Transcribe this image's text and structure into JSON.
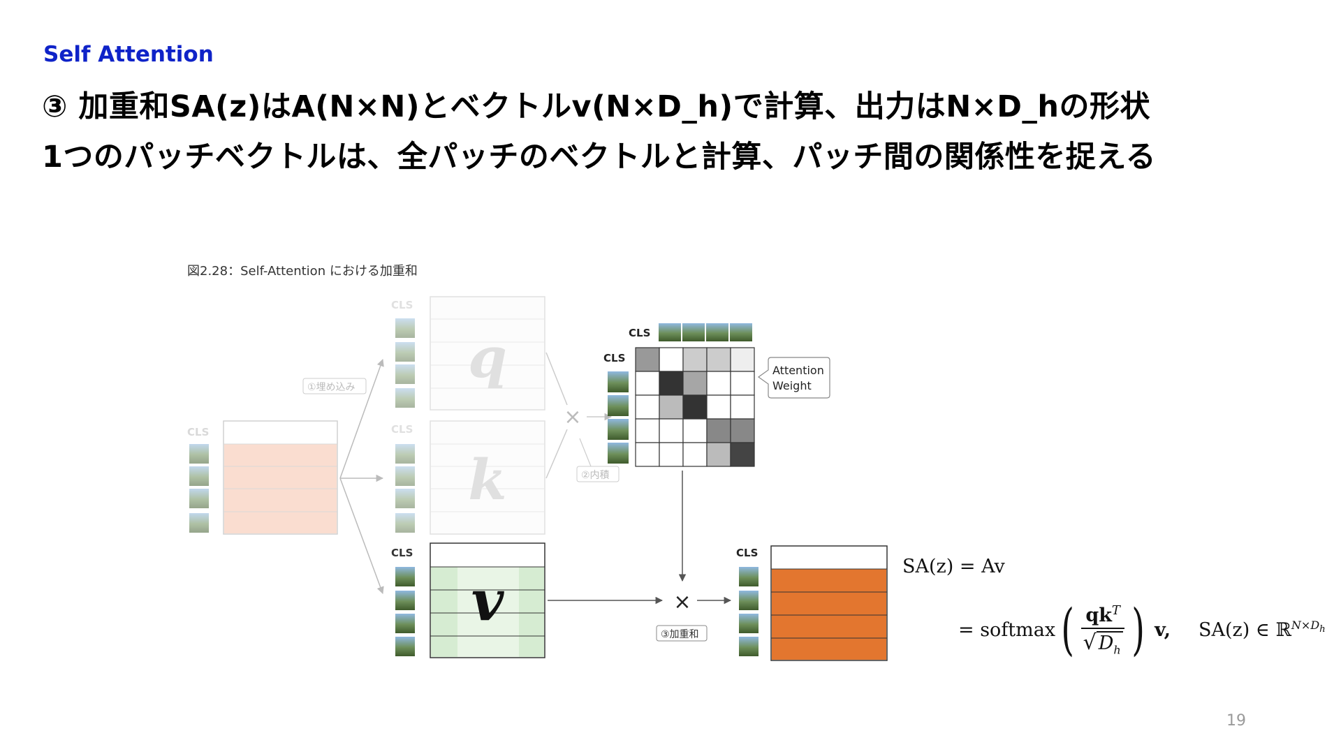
{
  "header": {
    "section": "Self Attention",
    "line1": "③ 加重和SA(z)はA(N×N)とベクトルv(N×D_h)で計算、出力はN×D_hの形状",
    "line2": "1つのパッチベクトルは、全パッチのベクトルと計算、パッチ間の関係性を捉える"
  },
  "figure": {
    "caption": "図2.28：Self-Attention における加重和",
    "cls_label": "CLS",
    "step1": "①埋め込み",
    "step2": "②内積",
    "step3": "③加重和",
    "q_label": "q",
    "k_label": "k",
    "v_label": "v",
    "multiply": "×",
    "attention_label_1": "Attention",
    "attention_label_2": "Weight",
    "attention_matrix_shades": [
      [
        "#999999",
        "#ffffff",
        "#cccccc",
        "#cccccc",
        "#eeeeee"
      ],
      [
        "#ffffff",
        "#333333",
        "#a6a6a6",
        "#ffffff",
        "#ffffff"
      ],
      [
        "#ffffff",
        "#bbbbbb",
        "#333333",
        "#ffffff",
        "#ffffff"
      ],
      [
        "#ffffff",
        "#ffffff",
        "#ffffff",
        "#888888",
        "#888888"
      ],
      [
        "#ffffff",
        "#ffffff",
        "#ffffff",
        "#bbbbbb",
        "#444444"
      ]
    ],
    "colors": {
      "embed_fill": "#fde6dc",
      "v_fill": "#d6ecd2",
      "output_fill": "#e3762f",
      "grid": "#333333"
    }
  },
  "formula": {
    "line1": "SA(z) = Av",
    "softmax": "= softmax",
    "numerator": "qk",
    "numerator_sup": "T",
    "denominator": "D",
    "denominator_sub": "h",
    "tail": "v,",
    "membership": "SA(z) ∈ ℝ",
    "membership_sup": "N×D",
    "membership_sub": "h"
  },
  "page": {
    "number": "19"
  }
}
